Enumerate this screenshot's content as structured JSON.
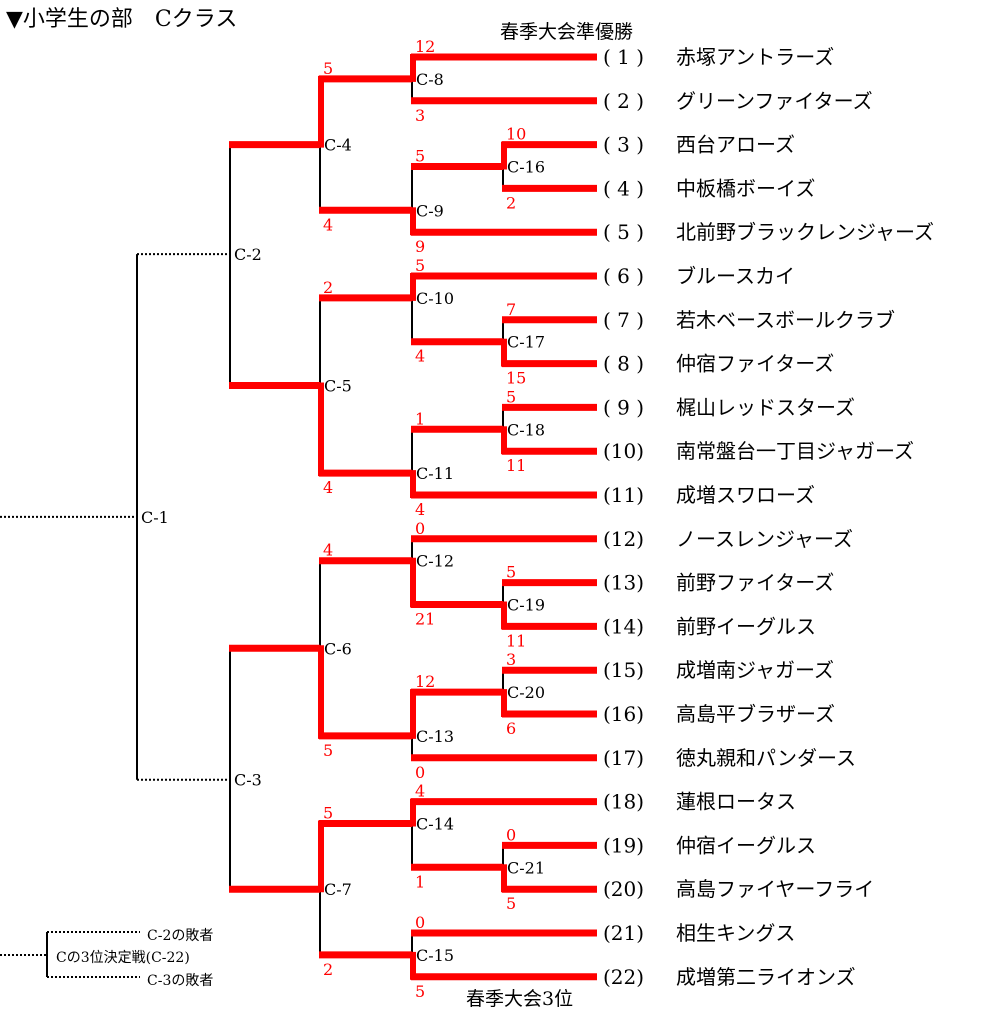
{
  "title": "▼小学生の部　Cクラス",
  "annotations": {
    "runner_up": "春季大会準優勝",
    "third": "春季大会3位"
  },
  "colors": {
    "line": "#ff0000",
    "score": "#ff0000",
    "bracket": "#000000"
  },
  "teams": [
    {
      "no": "( 1 )",
      "name": "赤塚アントラーズ"
    },
    {
      "no": "( 2 )",
      "name": "グリーンファイターズ"
    },
    {
      "no": "( 3 )",
      "name": "西台アローズ"
    },
    {
      "no": "( 4 )",
      "name": "中板橋ボーイズ"
    },
    {
      "no": "( 5 )",
      "name": "北前野ブラックレンジャーズ"
    },
    {
      "no": "( 6 )",
      "name": "ブルースカイ"
    },
    {
      "no": "( 7 )",
      "name": "若木ベースボールクラブ"
    },
    {
      "no": "( 8 )",
      "name": "仲宿ファイターズ"
    },
    {
      "no": "( 9 )",
      "name": "梶山レッドスターズ"
    },
    {
      "no": "(10)",
      "name": "南常盤台一丁目ジャガーズ"
    },
    {
      "no": "(11)",
      "name": "成増スワローズ"
    },
    {
      "no": "(12)",
      "name": "ノースレンジャーズ"
    },
    {
      "no": "(13)",
      "name": "前野ファイターズ"
    },
    {
      "no": "(14)",
      "name": "前野イーグルス"
    },
    {
      "no": "(15)",
      "name": "成増南ジャガーズ"
    },
    {
      "no": "(16)",
      "name": "高島平ブラザーズ"
    },
    {
      "no": "(17)",
      "name": "徳丸親和パンダース"
    },
    {
      "no": "(18)",
      "name": "蓮根ロータス"
    },
    {
      "no": "(19)",
      "name": "仲宿イーグルス"
    },
    {
      "no": "(20)",
      "name": "高島ファイヤーフライ"
    },
    {
      "no": "(21)",
      "name": "相生キングス"
    },
    {
      "no": "(22)",
      "name": "成増第二ライオンズ"
    }
  ],
  "matches": [
    {
      "id": "C-16",
      "round": 1,
      "top": {
        "team": 3,
        "score": "10"
      },
      "bottom": {
        "team": 4,
        "score": "2"
      },
      "winner": "top"
    },
    {
      "id": "C-17",
      "round": 1,
      "top": {
        "team": 7,
        "score": "7"
      },
      "bottom": {
        "team": 8,
        "score": "15"
      },
      "winner": "bottom"
    },
    {
      "id": "C-18",
      "round": 1,
      "top": {
        "team": 9,
        "score": "5"
      },
      "bottom": {
        "team": 10,
        "score": "11"
      },
      "winner": "bottom"
    },
    {
      "id": "C-19",
      "round": 1,
      "top": {
        "team": 13,
        "score": "5"
      },
      "bottom": {
        "team": 14,
        "score": "11"
      },
      "winner": "bottom"
    },
    {
      "id": "C-20",
      "round": 1,
      "top": {
        "team": 15,
        "score": "3"
      },
      "bottom": {
        "team": 16,
        "score": "6"
      },
      "winner": "bottom"
    },
    {
      "id": "C-21",
      "round": 1,
      "top": {
        "team": 19,
        "score": "0"
      },
      "bottom": {
        "team": 20,
        "score": "5"
      },
      "winner": "bottom"
    },
    {
      "id": "C-8",
      "round": 2,
      "top": {
        "team": 1,
        "score": "12"
      },
      "bottom": {
        "team": 2,
        "score": "3"
      },
      "winner": "top"
    },
    {
      "id": "C-9",
      "round": 2,
      "top": {
        "match": "C-16",
        "score": "5"
      },
      "bottom": {
        "team": 5,
        "score": "9"
      },
      "winner": "bottom"
    },
    {
      "id": "C-10",
      "round": 2,
      "top": {
        "team": 6,
        "score": "5"
      },
      "bottom": {
        "match": "C-17",
        "score": "4"
      },
      "winner": "top"
    },
    {
      "id": "C-11",
      "round": 2,
      "top": {
        "match": "C-18",
        "score": "1"
      },
      "bottom": {
        "team": 11,
        "score": "4"
      },
      "winner": "bottom"
    },
    {
      "id": "C-12",
      "round": 2,
      "top": {
        "team": 12,
        "score": "0"
      },
      "bottom": {
        "match": "C-19",
        "score": "21"
      },
      "winner": "bottom"
    },
    {
      "id": "C-13",
      "round": 2,
      "top": {
        "match": "C-20",
        "score": "12"
      },
      "bottom": {
        "team": 17,
        "score": "0"
      },
      "winner": "top"
    },
    {
      "id": "C-14",
      "round": 2,
      "top": {
        "team": 18,
        "score": "4"
      },
      "bottom": {
        "match": "C-21",
        "score": "1"
      },
      "winner": "top"
    },
    {
      "id": "C-15",
      "round": 2,
      "top": {
        "team": 21,
        "score": "0"
      },
      "bottom": {
        "team": 22,
        "score": "5"
      },
      "winner": "bottom"
    },
    {
      "id": "C-4",
      "round": 3,
      "top": {
        "match": "C-8",
        "score": "5"
      },
      "bottom": {
        "match": "C-9",
        "score": "4"
      },
      "winner": "top"
    },
    {
      "id": "C-5",
      "round": 3,
      "top": {
        "match": "C-10",
        "score": "2"
      },
      "bottom": {
        "match": "C-11",
        "score": "4"
      },
      "winner": "bottom"
    },
    {
      "id": "C-6",
      "round": 3,
      "top": {
        "match": "C-12",
        "score": "4"
      },
      "bottom": {
        "match": "C-13",
        "score": "5"
      },
      "winner": "bottom"
    },
    {
      "id": "C-7",
      "round": 3,
      "top": {
        "match": "C-14",
        "score": "5"
      },
      "bottom": {
        "match": "C-15",
        "score": "2"
      },
      "winner": "top"
    },
    {
      "id": "C-2",
      "round": 4,
      "top": {
        "match": "C-4"
      },
      "bottom": {
        "match": "C-5"
      }
    },
    {
      "id": "C-3",
      "round": 4,
      "top": {
        "match": "C-6"
      },
      "bottom": {
        "match": "C-7"
      }
    },
    {
      "id": "C-1",
      "round": 5,
      "top": {
        "match": "C-2"
      },
      "bottom": {
        "match": "C-3"
      }
    }
  ],
  "third_place": {
    "top": "C-2の敗者",
    "label": "Cの3位決定戦(C-22)",
    "bottom": "C-3の敗者"
  }
}
